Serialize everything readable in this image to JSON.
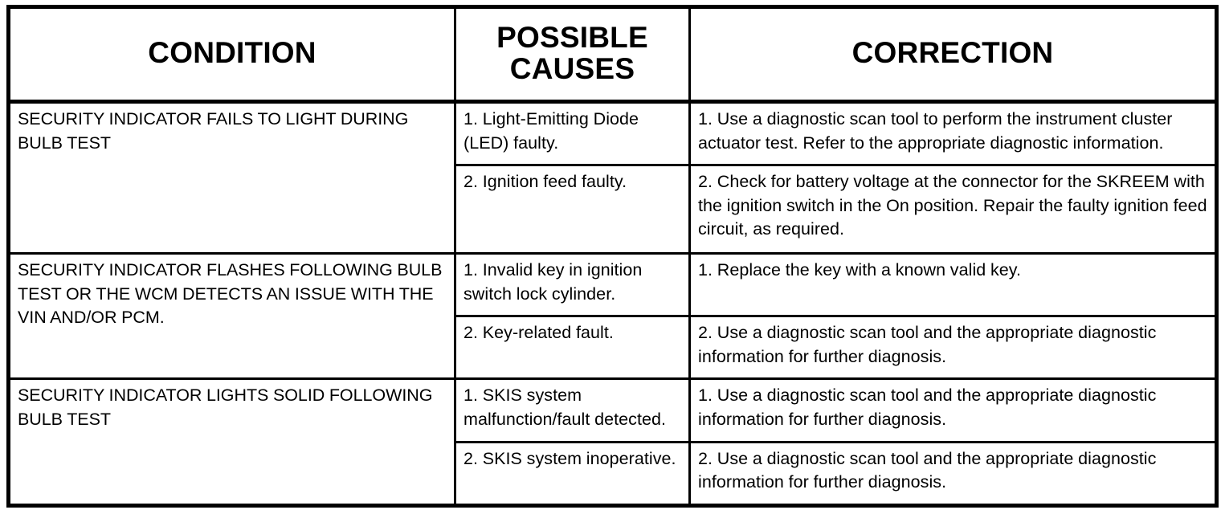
{
  "table": {
    "headers": [
      {
        "label": "CONDITION",
        "name": "header-condition"
      },
      {
        "label": "POSSIBLE CAUSES",
        "name": "header-possible-causes"
      },
      {
        "label": "CORRECTION",
        "name": "header-correction"
      }
    ],
    "groups": [
      {
        "condition": "SECURITY INDICATOR FAILS TO LIGHT DURING BULB TEST",
        "rows": [
          {
            "cause": "1. Light-Emitting Diode (LED) faulty.",
            "correction": "1. Use a diagnostic scan tool to perform the instrument cluster actuator test. Refer to the appropriate diagnostic information."
          },
          {
            "cause": "2. Ignition feed faulty.",
            "correction": "2. Check for battery voltage at the connector for the SKREEM with the ignition switch in the On position. Repair the faulty ignition feed circuit, as required."
          }
        ]
      },
      {
        "condition": "SECURITY INDICATOR FLASHES FOLLOWING BULB TEST OR THE WCM DETECTS AN ISSUE WITH THE VIN AND/OR PCM.",
        "rows": [
          {
            "cause": "1. Invalid key in ignition switch lock cylinder.",
            "correction": "1. Replace the key with a known valid key."
          },
          {
            "cause": "2. Key-related fault.",
            "correction": "2. Use a diagnostic scan tool and the appropriate diagnostic information for further diagnosis."
          }
        ]
      },
      {
        "condition": "SECURITY INDICATOR LIGHTS SOLID FOLLOWING BULB TEST",
        "rows": [
          {
            "cause": "1. SKIS system malfunction/fault detected.",
            "correction": "1. Use a diagnostic scan tool and the appropriate diagnostic information for further diagnosis."
          },
          {
            "cause": "2. SKIS system inoperative.",
            "correction": "2. Use a diagnostic scan tool and the appropriate diagnostic information for further diagnosis."
          }
        ]
      }
    ]
  },
  "style": {
    "border_color": "#000000",
    "background": "#ffffff",
    "text_color": "#000000"
  }
}
